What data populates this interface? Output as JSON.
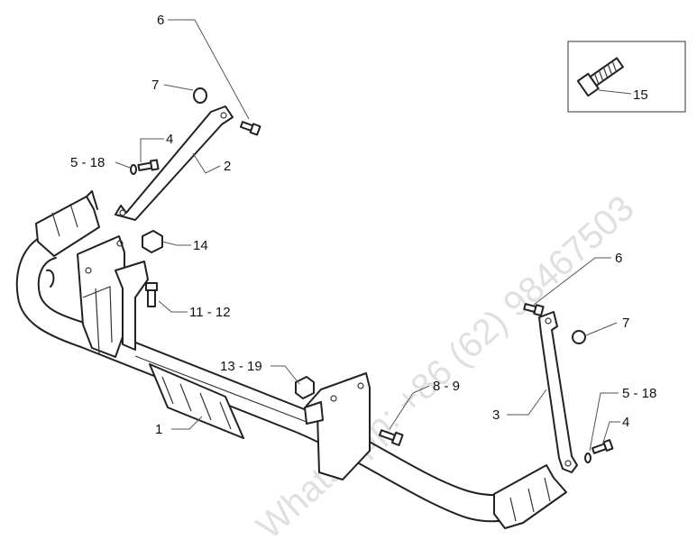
{
  "callouts": {
    "c6_top": "6",
    "c7_top": "7",
    "c4_left": "4",
    "c5_18_left": "5 - 18",
    "c2": "2",
    "c14": "14",
    "c11_12": "11 - 12",
    "c13_19": "13 - 19",
    "c8_9": "8 - 9",
    "c1": "1",
    "c15": "15",
    "c6_right": "6",
    "c7_right": "7",
    "c5_18_right": "5 - 18",
    "c3": "3",
    "c4_right": "4"
  },
  "watermark": {
    "text": "WhatsApp: +86 (62) 98467503"
  }
}
